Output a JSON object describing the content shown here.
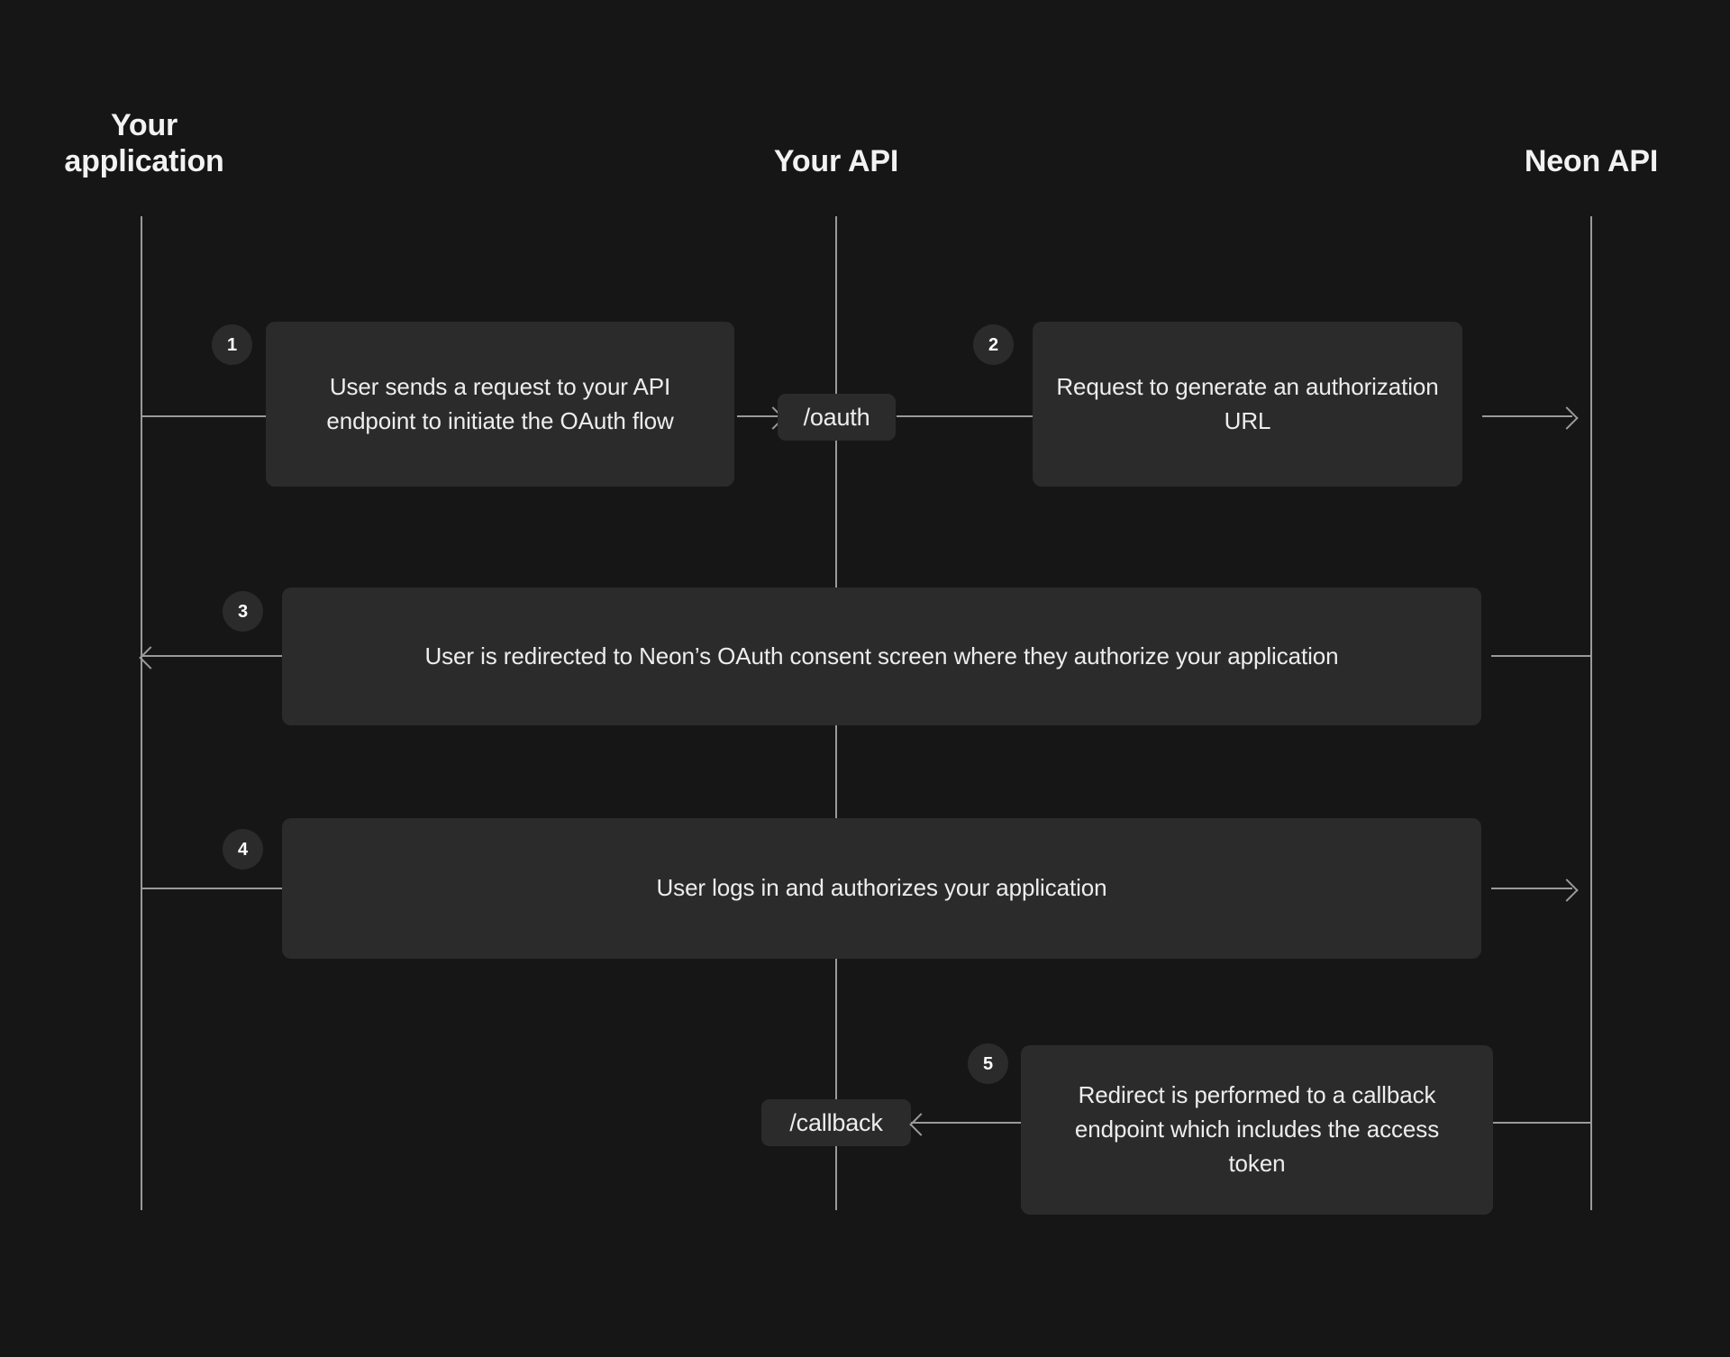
{
  "diagram": {
    "title": "Neon OAuth flow sequence diagram",
    "background_color": "#161616",
    "box_color": "#2b2b2b",
    "line_color": "#9a9a9a",
    "text_color": "#ededed"
  },
  "lanes": [
    {
      "id": "your-application",
      "label": "Your\napplication"
    },
    {
      "id": "your-api",
      "label": "Your API"
    },
    {
      "id": "neon-api",
      "label": "Neon API"
    }
  ],
  "steps": [
    {
      "number": "1",
      "text": "User sends a request to your API endpoint to initiate the OAuth flow",
      "from": "your-application",
      "to": "your-api"
    },
    {
      "number": "2",
      "text": "Request to generate an authorization URL",
      "from": "your-api",
      "to": "neon-api"
    },
    {
      "number": "3",
      "text": "User is redirected to Neon’s OAuth consent screen where they authorize your application",
      "from": "neon-api",
      "to": "your-application"
    },
    {
      "number": "4",
      "text": "User logs in and authorizes your application",
      "from": "your-application",
      "to": "neon-api"
    },
    {
      "number": "5",
      "text": "Redirect is performed to a callback endpoint which includes the access token",
      "from": "neon-api",
      "to": "your-api"
    }
  ],
  "endpoints": [
    {
      "id": "oauth",
      "label": "/oauth"
    },
    {
      "id": "callback",
      "label": "/callback"
    }
  ]
}
